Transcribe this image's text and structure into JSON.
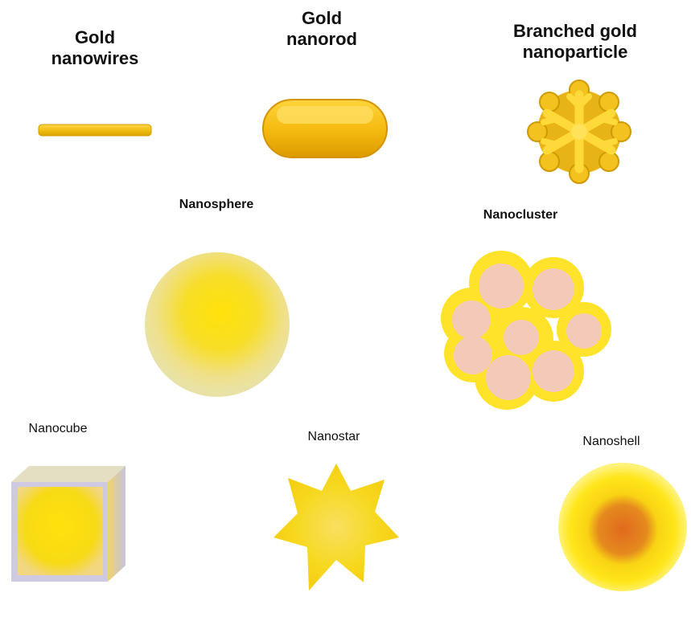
{
  "labels": {
    "gold_nanowires": "Gold\nnanowires",
    "gold_nanorod": "Gold\nnanorod",
    "branched_gold_nanoparticle": "Branched gold\nnanoparticle",
    "nanosphere": "Nanosphere",
    "nanocluster": "Nanocluster",
    "nanocube": "Nanocube",
    "nanostar": "Nanostar",
    "nanoshell": "Nanoshell"
  },
  "colors": {
    "gold": "#F2C21A",
    "gold_dark": "#E0A800",
    "gold_light": "#FFE14A",
    "pale_pink": "#F3C9B8",
    "lavender": "#C9C3DD",
    "orange_core": "#E07A20"
  },
  "icons": [
    "nanowire-icon",
    "nanorod-icon",
    "branched-nanoparticle-icon",
    "nanosphere-icon",
    "nanocluster-icon",
    "nanocube-icon",
    "nanostar-icon",
    "nanoshell-icon"
  ]
}
